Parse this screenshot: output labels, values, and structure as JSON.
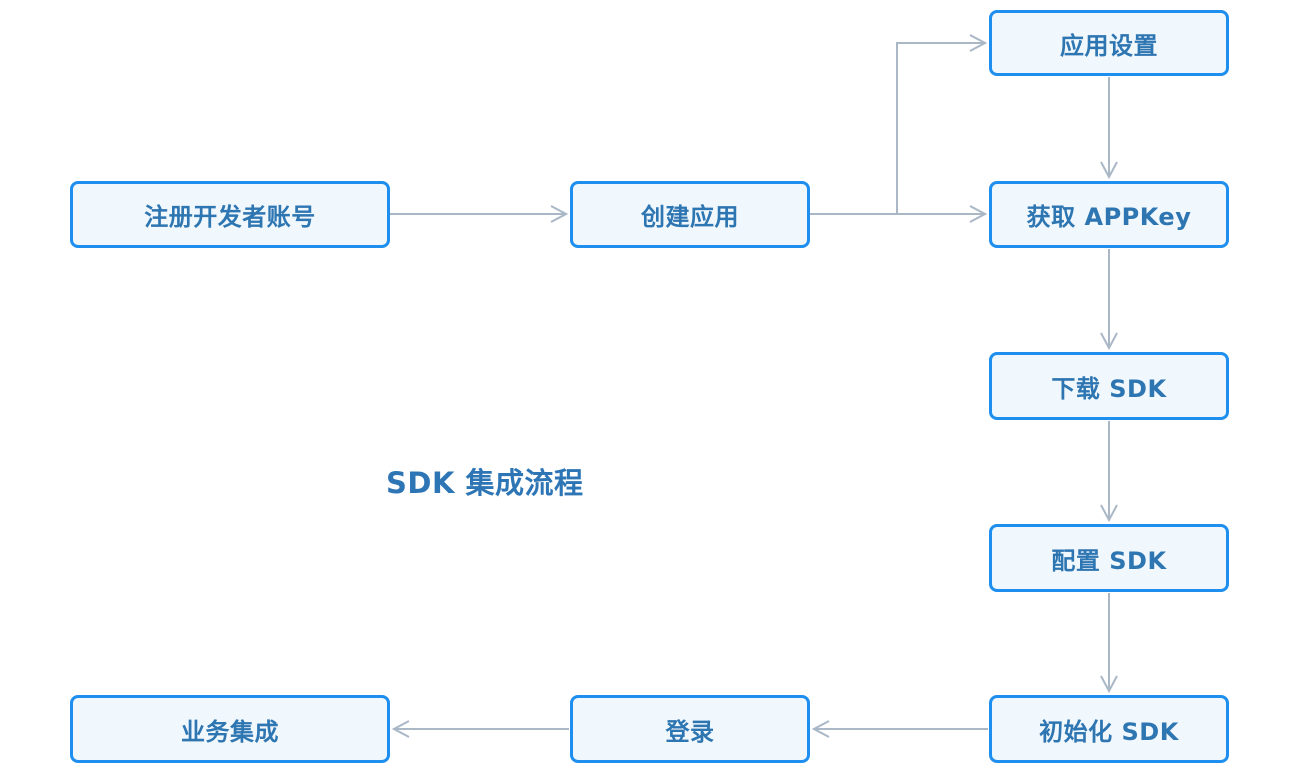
{
  "diagram": {
    "title": "SDK 集成流程",
    "nodes": [
      {
        "id": "register-developer-account",
        "label": "注册开发者账号"
      },
      {
        "id": "create-app",
        "label": "创建应用"
      },
      {
        "id": "app-settings",
        "label": "应用设置"
      },
      {
        "id": "get-appkey",
        "label": "获取 APPKey"
      },
      {
        "id": "download-sdk",
        "label": "下载 SDK"
      },
      {
        "id": "configure-sdk",
        "label": "配置 SDK"
      },
      {
        "id": "init-sdk",
        "label": "初始化 SDK"
      },
      {
        "id": "login",
        "label": "登录"
      },
      {
        "id": "business-integration",
        "label": "业务集成"
      }
    ],
    "edges": [
      {
        "from": "register-developer-account",
        "to": "create-app"
      },
      {
        "from": "create-app",
        "to": "get-appkey"
      },
      {
        "from": "create-app",
        "to": "app-settings"
      },
      {
        "from": "app-settings",
        "to": "get-appkey"
      },
      {
        "from": "get-appkey",
        "to": "download-sdk"
      },
      {
        "from": "download-sdk",
        "to": "configure-sdk"
      },
      {
        "from": "configure-sdk",
        "to": "init-sdk"
      },
      {
        "from": "init-sdk",
        "to": "login"
      },
      {
        "from": "login",
        "to": "business-integration"
      }
    ],
    "colors": {
      "node_border": "#1e8fef",
      "node_fill": "#f0f7fd",
      "node_text": "#2e76b2",
      "title_text": "#2d75b5",
      "connector": "#a9b7c6",
      "background": "#ffffff"
    }
  }
}
